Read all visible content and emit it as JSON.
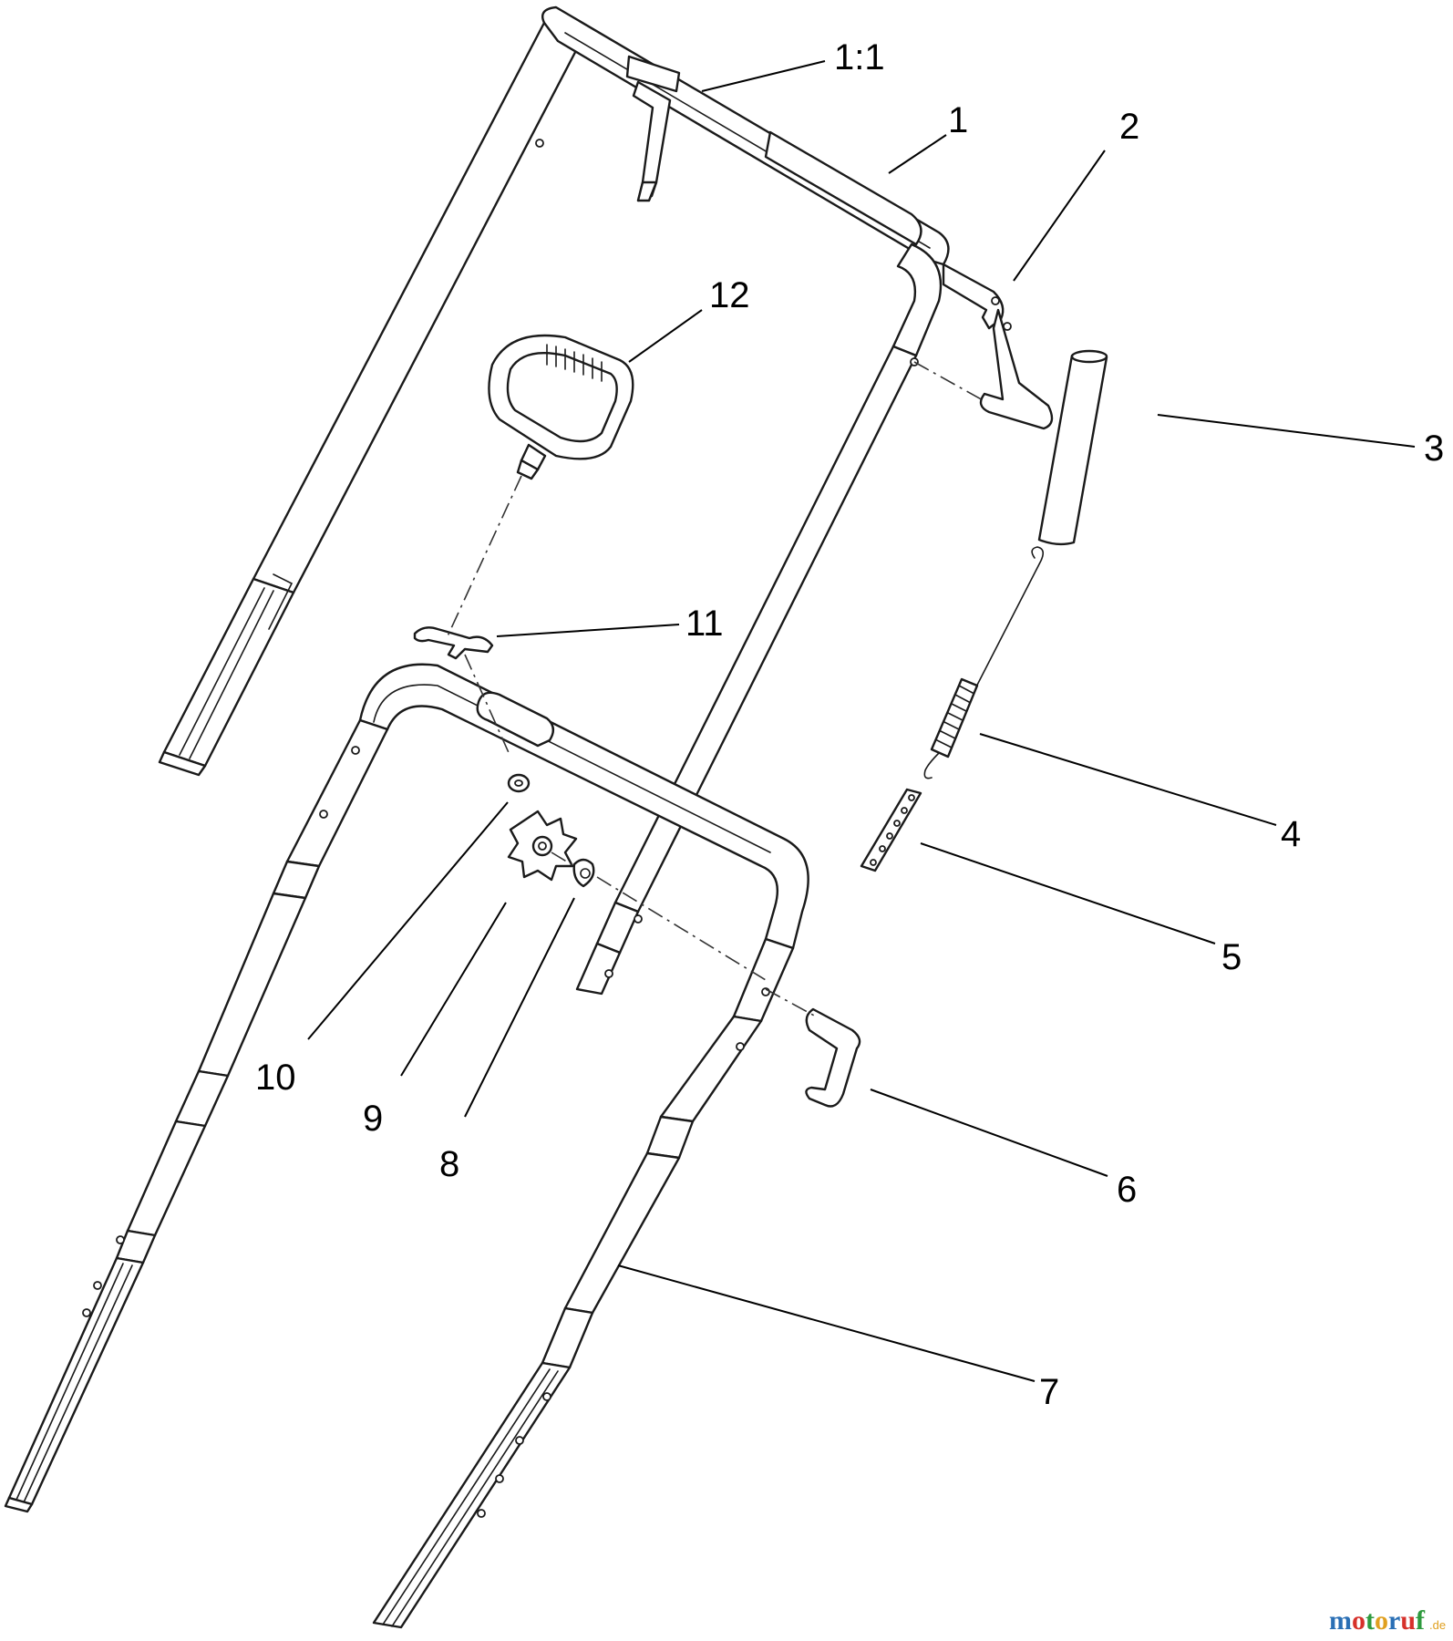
{
  "callouts": {
    "c1_1": "1:1",
    "c1": "1",
    "c2": "2",
    "c3": "3",
    "c4": "4",
    "c5": "5",
    "c6": "6",
    "c7": "7",
    "c8": "8",
    "c9": "9",
    "c10": "10",
    "c11": "11",
    "c12": "12"
  },
  "watermark": {
    "brand": "motoruf",
    "tld": ".de",
    "colors": [
      "#2a6fb5",
      "#d6312b",
      "#2e9a3e",
      "#e0a020",
      "#2a6fb5",
      "#d6312b",
      "#2e9a3e"
    ]
  }
}
